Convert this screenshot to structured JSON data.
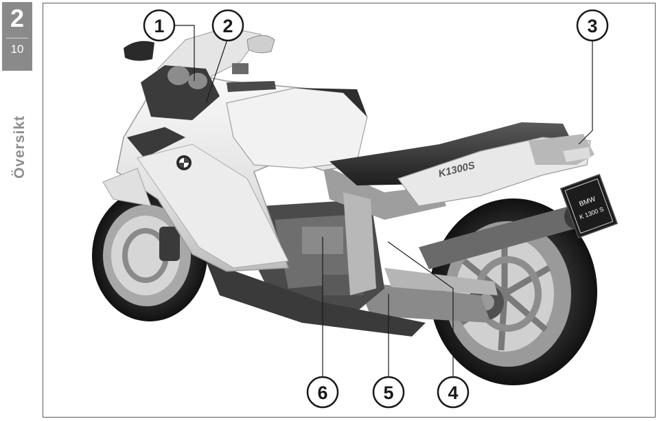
{
  "chapter": {
    "number": "2",
    "page": "10"
  },
  "section_title": "Översikt",
  "callouts": [
    {
      "label": "1"
    },
    {
      "label": "2"
    },
    {
      "label": "3"
    },
    {
      "label": "4"
    },
    {
      "label": "5"
    },
    {
      "label": "6"
    }
  ],
  "motorcycle": {
    "brand_badge": "BMW",
    "model_decal": "K1300S",
    "plate_line1": "BMW",
    "plate_line2": "K 1300 S"
  }
}
